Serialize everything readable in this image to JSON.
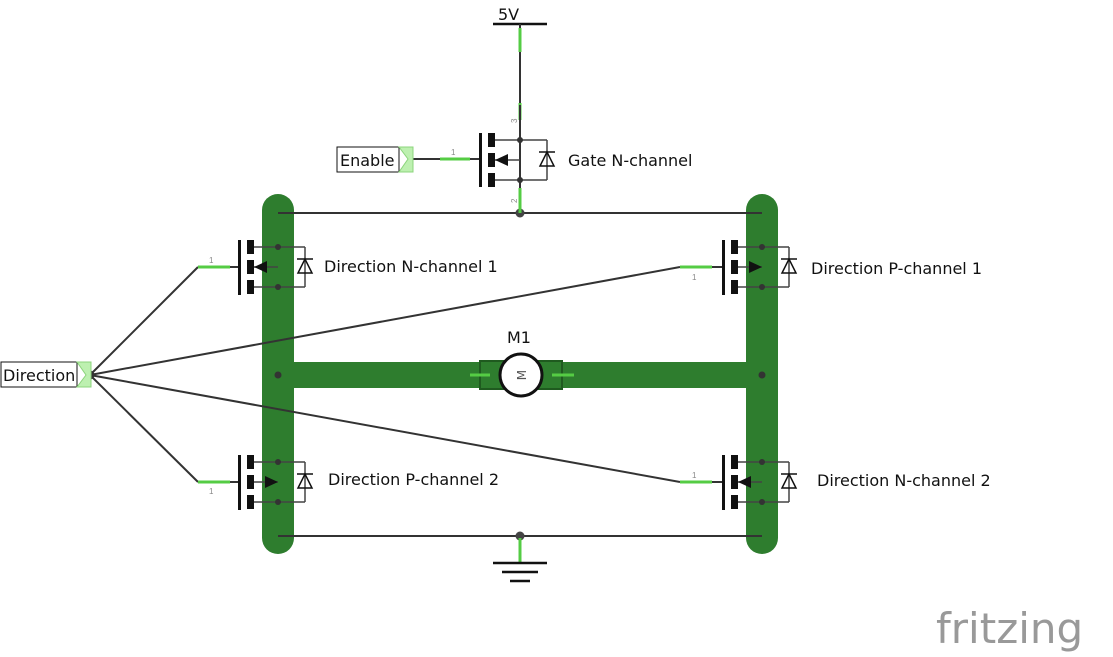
{
  "labels": {
    "supply": "5V",
    "enable": "Enable",
    "direction": "Direction",
    "gate_n": "Gate N-channel",
    "dir_n1": "Direction N-channel 1",
    "dir_p1": "Direction P-channel 1",
    "dir_p2": "Direction P-channel 2",
    "dir_n2": "Direction N-channel 2",
    "motor": "M1",
    "motor_symbol": "M",
    "brand": "fritzing"
  },
  "pins": {
    "one": "1",
    "two": "2",
    "three": "3"
  },
  "colors": {
    "trace": "#2e7d2e",
    "pin_leg": "#55cc44",
    "wire": "#333333",
    "brand": "#999999"
  }
}
